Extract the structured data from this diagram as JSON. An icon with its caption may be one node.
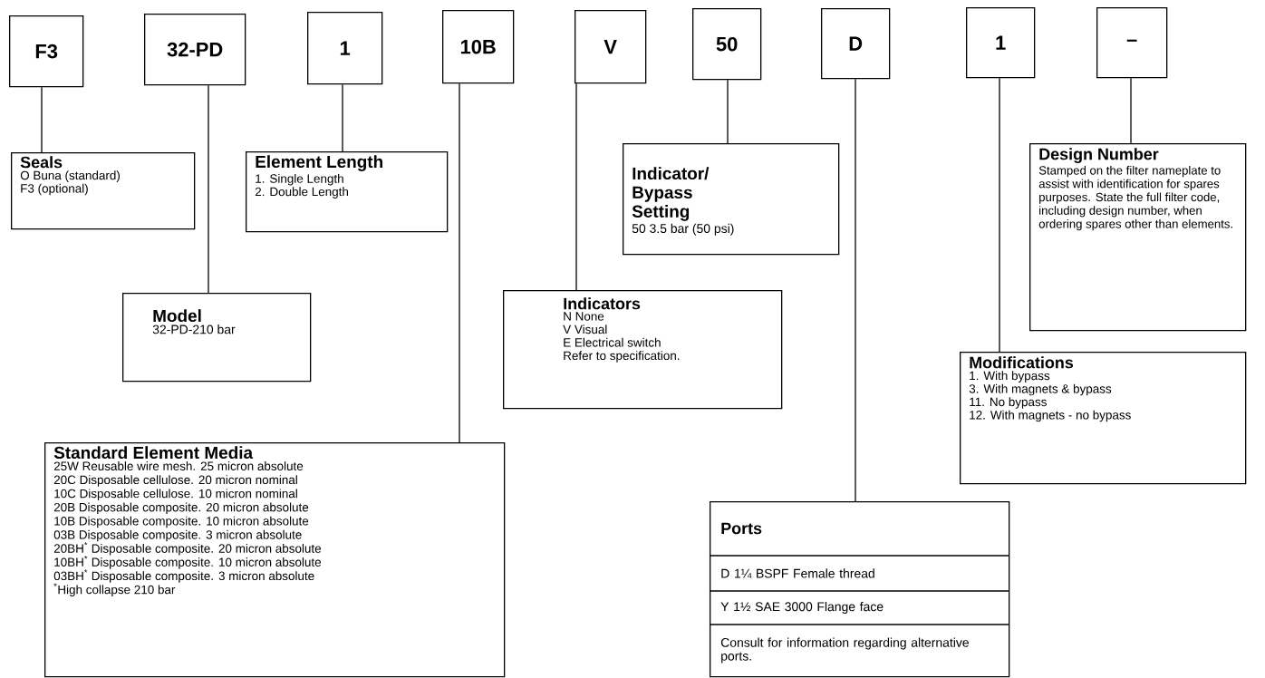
{
  "diagram": {
    "nodes": [
      {
        "text": [
          "F3"
        ]
      },
      {
        "text": [
          "32-PD"
        ]
      },
      {
        "text": [
          "1"
        ]
      },
      {
        "text": [
          "10B"
        ]
      },
      {
        "text": [
          "V"
        ]
      },
      {
        "text": [
          "50"
        ]
      },
      {
        "text": [
          "D"
        ]
      },
      {
        "text": [
          "1"
        ]
      },
      {
        "text": [
          "–"
        ]
      },
      {
        "text": [
          "Seals",
          "O Buna (standard)",
          "F3 (optional)"
        ]
      },
      {
        "text": [
          "Model",
          "32-PD-210 bar"
        ]
      },
      {
        "text": [
          "Element Length",
          "1. Single Length",
          "2. Double Length"
        ]
      },
      {
        "text": [
          "Standard Element Media",
          "25W Reusable wire mesh. 25 micron absolute",
          "20C Disposable cellulose. 20 micron nominal",
          "10C Disposable cellulose. 10 micron nominal",
          "20B Disposable composite. 20 micron absolute",
          "10B Disposable composite. 10 micron absolute",
          "03B Disposable composite. 3 micron absolute",
          "20BH$^{*}$ Disposable composite. 20 micron absolute",
          "10BH$^{*}$ Disposable composite. 10 micron absolute",
          "03BH$^{*}$ Disposable composite. 3 micron absolute",
          "$^{*}$High collapse 210 bar"
        ]
      },
      {
        "text": [
          "Indicators",
          "N None",
          "V Visual",
          "E Electrical switch",
          "Refer to specification."
        ]
      },
      {
        "text": [
          "Indicator/ Bypass Setting",
          "50 3.5 bar (50 psi)"
        ]
      },
      {
        "text": [
          "Ports",
          "D 1¼ BSPF Female thread",
          "Y 1½ SAE 3000 Flange face",
          "Consult for information regarding alternative ports."
        ]
      },
      {
        "text": [
          "Modifications",
          "1. With bypass",
          "3. With magnets & bypass",
          "11. No bypass",
          "12. With magnets - no bypass"
        ]
      },
      {
        "text": [
          "Design Number",
          "Stamped on the filter nameplate to assist with identification for spares purposes. State the full filter code, including design number, when ordering spares other than elements."
        ]
      }
    ],
    "edges": [
      {
        "from": 0,
        "to": 9,
        "arrow": "none"
      },
      {
        "from": 1,
        "to": 10,
        "arrow": "none"
      },
      {
        "from": 2,
        "to": 11,
        "arrow": "none"
      },
      {
        "from": 3,
        "to": 12,
        "arrow": "none"
      },
      {
        "from": 4,
        "to": 13,
        "arrow": "none"
      },
      {
        "from": 5,
        "to": 14,
        "arrow": "none"
      },
      {
        "from": 6,
        "to": 15,
        "arrow": "none"
      },
      {
        "from": 7,
        "to": 16,
        "arrow": "none"
      },
      {
        "from": 8,
        "to": 17,
        "arrow": "none"
      }
    ]
  }
}
